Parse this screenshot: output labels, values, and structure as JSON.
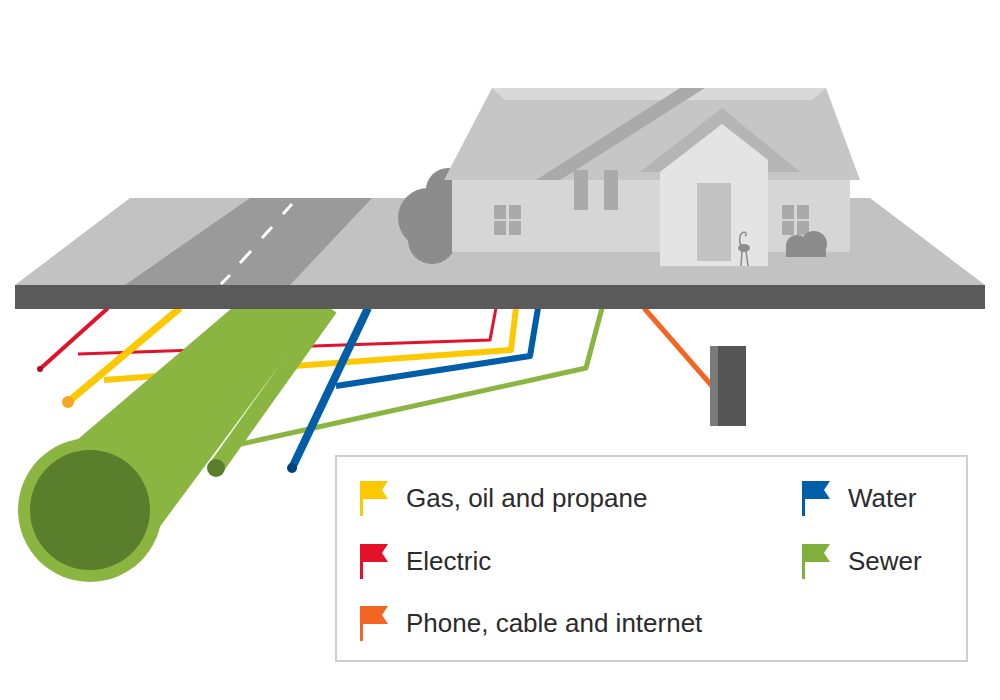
{
  "diagram": {
    "legend": [
      {
        "text": "Gas, oil and propane",
        "color": "#fcc800"
      },
      {
        "text": "Electric",
        "color": "#e4112b"
      },
      {
        "text": "Phone, cable and internet",
        "color": "#f26522"
      },
      {
        "text": "Water",
        "color": "#005da8"
      },
      {
        "text": "Sewer",
        "color": "#7fb03c"
      }
    ]
  }
}
